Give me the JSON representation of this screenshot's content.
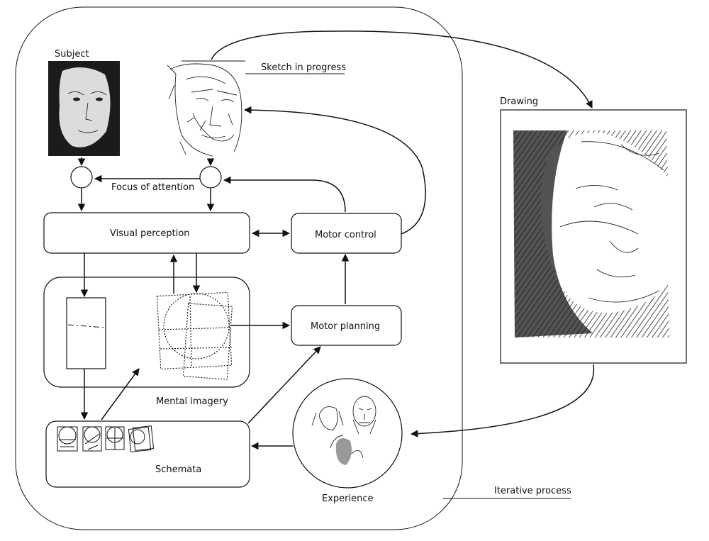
{
  "labels": {
    "subject": "Subject",
    "sketch": "Sketch in progress",
    "drawing": "Drawing",
    "focus": "Focus of attention",
    "visual_perception": "Visual perception",
    "motor_control": "Motor  control",
    "motor_planning": "Motor planning",
    "mental_imagery": "Mental imagery",
    "schemata": "Schemata",
    "experience": "Experience",
    "iterative": "Iterative process"
  }
}
